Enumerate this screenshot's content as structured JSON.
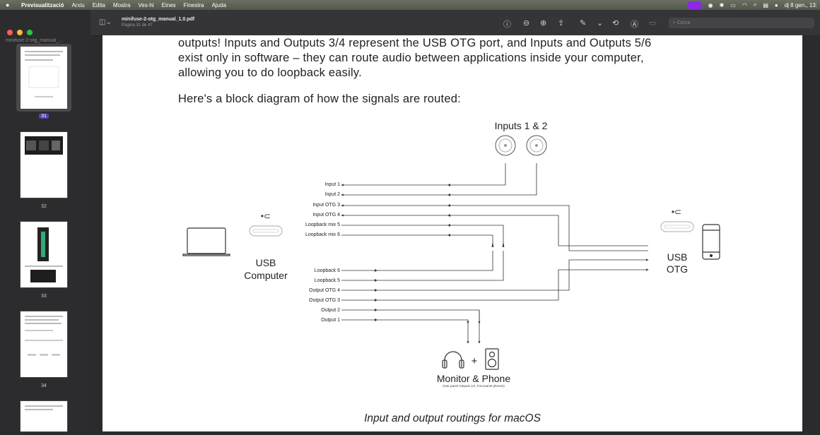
{
  "menubar": {
    "app": "Previsualització",
    "items": [
      "Arxiu",
      "Edita",
      "Mostra",
      "Ves-hi",
      "Eines",
      "Finestra",
      "Ajuda"
    ],
    "clock": "dj 8 gen., 13:"
  },
  "sidebar": {
    "filename": "minifuse-2-otg_manual_...",
    "pages": [
      "31",
      "32",
      "33",
      "34"
    ]
  },
  "toolbar": {
    "title": "minifuse-2-otg_manual_1.0.pdf",
    "subtitle": "Pàgina 31 de 47",
    "search_placeholder": "Cerca"
  },
  "document": {
    "paragraph1_lines": [
      "outputs! Inputs and Outputs 3/4 represent the USB OTG port, and Inputs and Outputs 5/6",
      "exist only in software – they can route audio between applications inside your computer,",
      "allowing you to do loopback easily."
    ],
    "paragraph2": "Here's a block diagram of how the signals are routed:",
    "caption": "Input and output routings for macOS"
  },
  "diagram": {
    "inputs_label": "Inputs 1 & 2",
    "left_labels": [
      "Input 1",
      "Input 2",
      "Input OTG 3",
      "Input OTG 4",
      "Loopback mix 5",
      "Loopback mix 6"
    ],
    "right_labels": [
      "Loopback 6",
      "Loopback 5",
      "Output OTG 4",
      "Output OTG 3",
      "Output 2",
      "Output 1"
    ],
    "usb_computer_1": "USB",
    "usb_computer_2": "Computer",
    "usb_otg_1": "USB",
    "usb_otg_2": "OTG",
    "plus": "+",
    "monitor_label": "Monitor & Phone",
    "monitor_sub": "(rear panel Outputs 1/2, front panel phones)"
  },
  "colors": {
    "accent": "#5a3fb4",
    "line": "#333333"
  }
}
